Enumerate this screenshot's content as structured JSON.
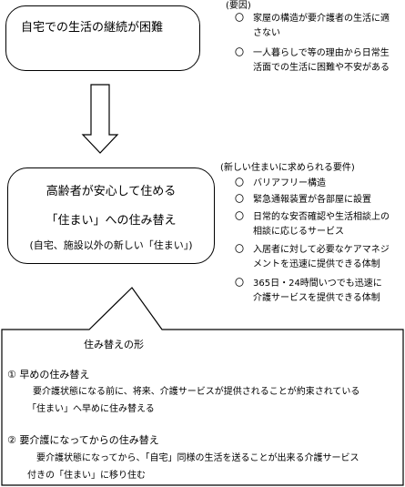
{
  "top_box": {
    "text": "自宅での生活の継続が困難"
  },
  "causes": {
    "heading": "(要因)",
    "items": [
      {
        "bullet": "〇",
        "line1": "家屋の構造が要介護者の生活に適",
        "line2": "さない"
      },
      {
        "bullet": "〇",
        "line1": "一人暮らしで等の理由から日常生",
        "line2": "活面での生活に困難や不安がある"
      }
    ]
  },
  "middle_box": {
    "line1": "高齢者が安心して住める",
    "line2": "「住まい」への住み替え",
    "line3": "(自宅、施設以外の新しい「住まい」)"
  },
  "requirements": {
    "heading": "(新しい住まいに求められる要件)",
    "items": [
      {
        "bullet": "〇",
        "line1": "バリアフリー構造",
        "line2": ""
      },
      {
        "bullet": "〇",
        "line1": "緊急通報装置が各部屋に設置",
        "line2": ""
      },
      {
        "bullet": "〇",
        "line1": "日常的な安否確認や生活相談上の",
        "line2": "相談に応じるサービス"
      },
      {
        "bullet": "〇",
        "line1": "入居者に対して必要なケアマネジ",
        "line2": "メントを迅速に提供できる体制"
      },
      {
        "bullet": "〇",
        "line1": "365日・24時間いつでも迅速に",
        "line2": "介護サービスを提供できる体制"
      }
    ]
  },
  "bottom_box": {
    "title": "住み替えの形",
    "form1": {
      "heading": "① 早めの住み替え",
      "desc1": "要介護状態になる前に、将来、介護サービスが提供されることが約束されている",
      "desc2": "「住まい」へ早めに住み替える"
    },
    "form2": {
      "heading": "② 要介護になってからの住み替え",
      "desc1": "要介護状態になってから、「自宅」同様の生活を送ることが出来る介護サービス",
      "desc2": "付きの「住まい」に移り住む"
    }
  }
}
